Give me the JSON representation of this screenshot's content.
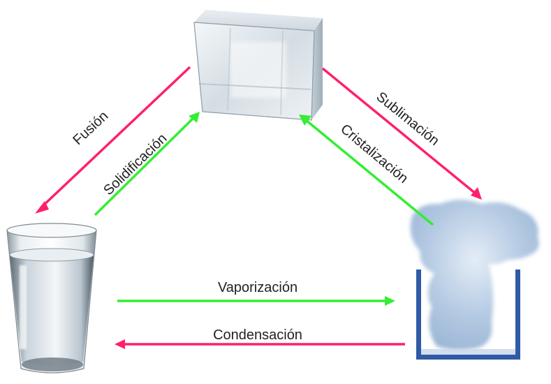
{
  "states": [
    {
      "id": "solid",
      "icon": "ice-cube"
    },
    {
      "id": "liquid",
      "icon": "water-glass"
    },
    {
      "id": "gas",
      "icon": "steam-container"
    }
  ],
  "transitions": {
    "fusion": {
      "label": "Fusión",
      "from": "solid",
      "to": "liquid",
      "color": "#ff1f6e"
    },
    "solidificacion": {
      "label": "Solidificación",
      "from": "liquid",
      "to": "solid",
      "color": "#33ee33"
    },
    "sublimacion": {
      "label": "Sublimación",
      "from": "solid",
      "to": "gas",
      "color": "#ff1f6e"
    },
    "cristalizacion": {
      "label": "Cristalización",
      "from": "gas",
      "to": "solid",
      "color": "#33ee33"
    },
    "vaporizacion": {
      "label": "Vaporización",
      "from": "liquid",
      "to": "gas",
      "color": "#33ee33"
    },
    "condensacion": {
      "label": "Condensación",
      "from": "gas",
      "to": "liquid",
      "color": "#ff1f6e"
    }
  }
}
